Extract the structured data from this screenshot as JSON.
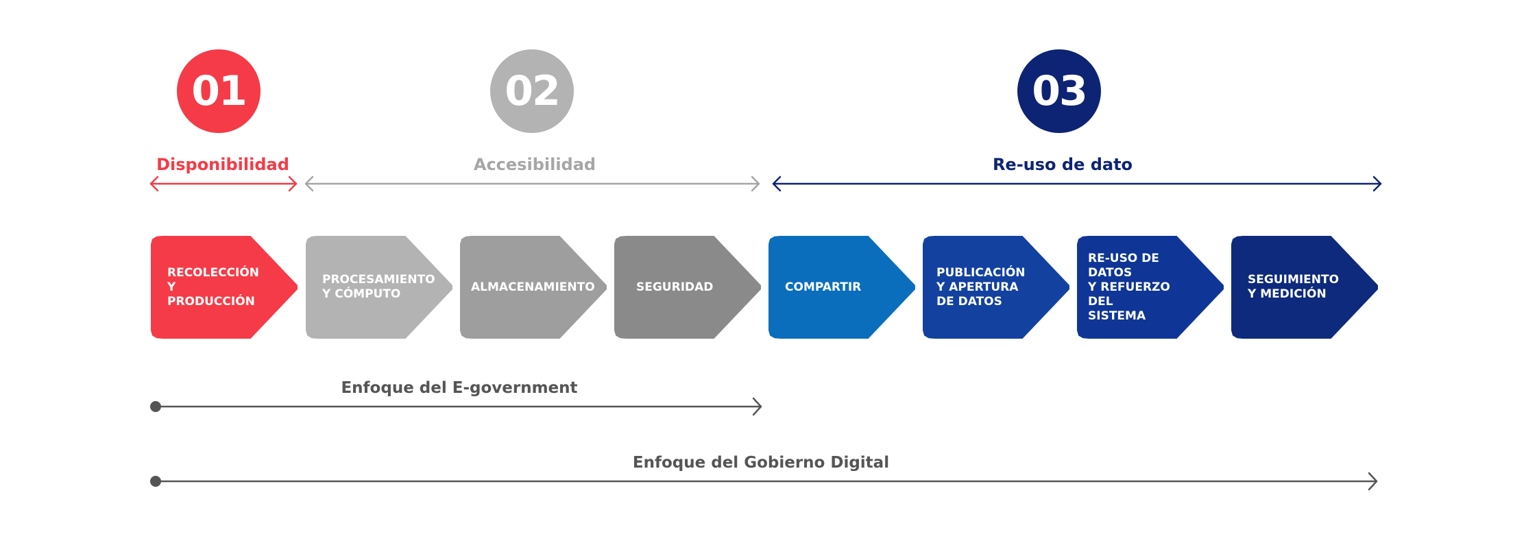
{
  "phases": [
    {
      "number": "01",
      "label": "Disponibilidad",
      "color": "#F53B47"
    },
    {
      "number": "02",
      "label": "Accesibilidad",
      "color": "#B3B3B3"
    },
    {
      "number": "03",
      "label": "Re-uso de dato",
      "color": "#0D2474"
    }
  ],
  "label_colors": {
    "accesibilidad": "#A6A6A6"
  },
  "steps": [
    {
      "label": "RECOLECCIÓN\nY PRODUCCIÓN",
      "color": "#F53B47"
    },
    {
      "label": "PROCESAMIENTO\nY CÓMPUTO",
      "color": "#B3B3B3"
    },
    {
      "label": "ALMACENAMIENTO",
      "color": "#9E9E9E"
    },
    {
      "label": "SEGURIDAD",
      "color": "#8A8A8A"
    },
    {
      "label": "COMPARTIR",
      "color": "#0A6EBD"
    },
    {
      "label": "PUBLICACIÓN\nY APERTURA\nDE DATOS",
      "color": "#1241A0"
    },
    {
      "label": "RE-USO DE DATOS\nY REFUERZO DEL\nSISTEMA",
      "color": "#0F3696"
    },
    {
      "label": "SEGUIMIENTO\nY MEDICIÓN",
      "color": "#0D2A7C"
    }
  ],
  "timelines": [
    {
      "label": "Enfoque del E-government"
    },
    {
      "label": "Enfoque del Gobierno Digital"
    }
  ],
  "timeline_color": "#555555"
}
